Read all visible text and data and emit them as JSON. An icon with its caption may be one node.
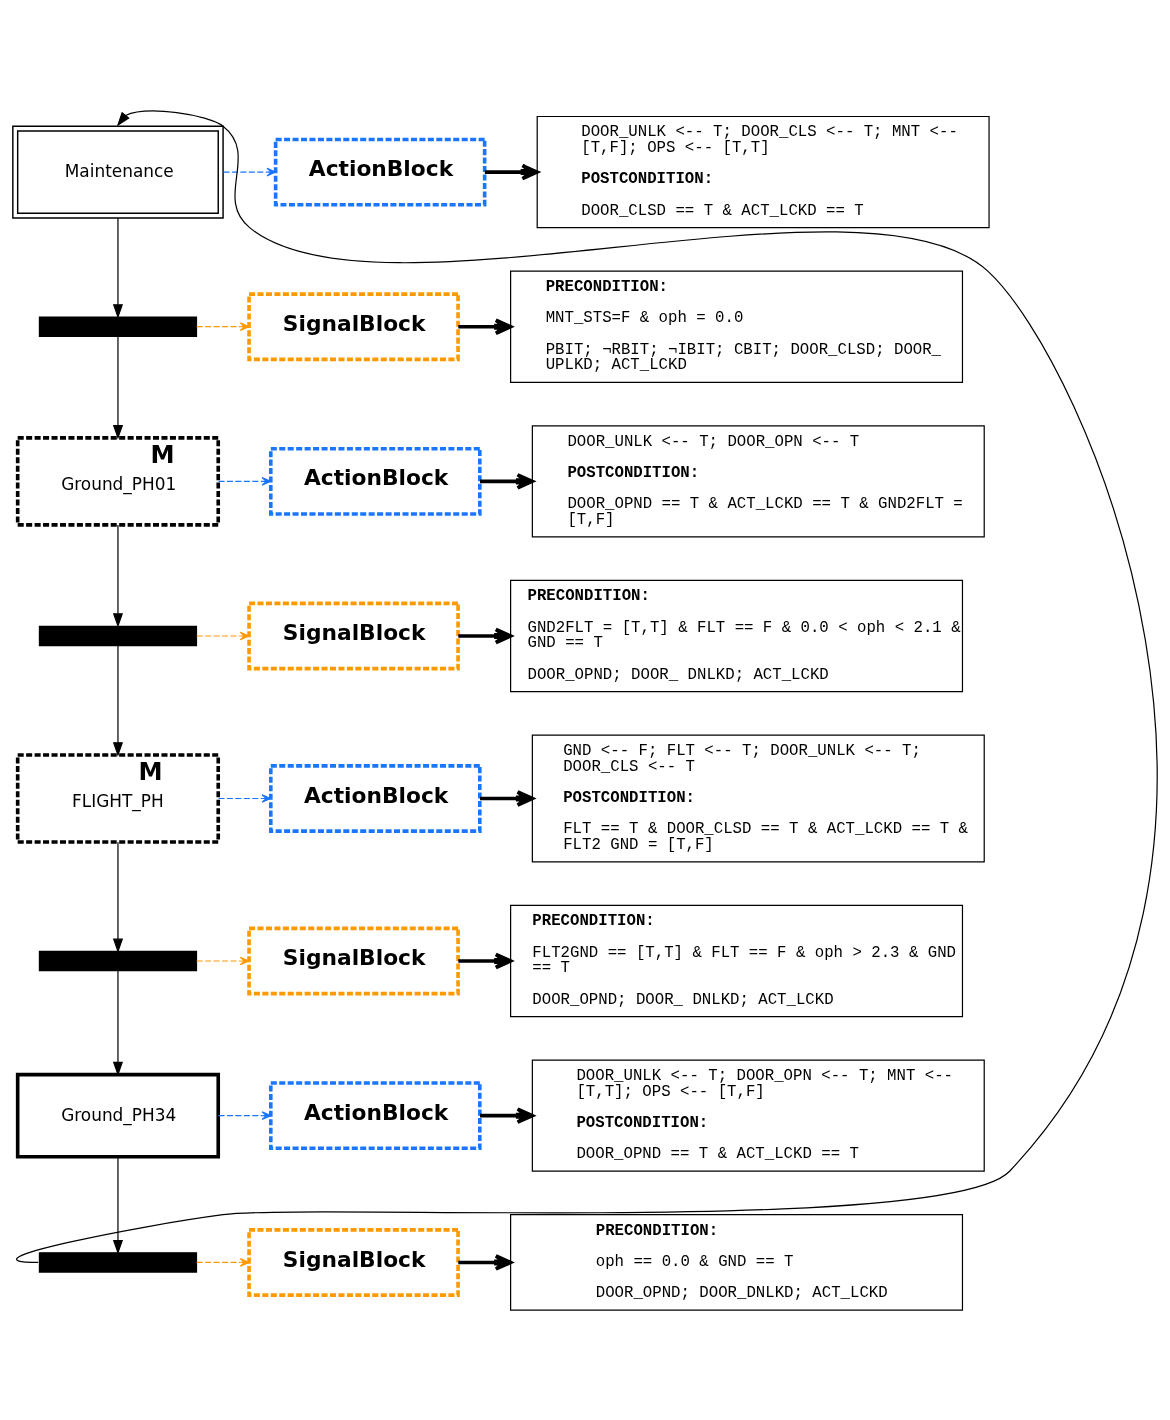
{
  "diagram": {
    "nodes": [
      {
        "text": [
          "Maintenance"
        ]
      },
      {
        "text": [
          "ActionBlock"
        ]
      },
      {
        "text": [
          "DOOR_UNLK <-- T; DOOR_CLS <-- T; MNT <-- [T,F]; OPS <-- [T,T]",
          "POSTCONDITION:",
          "DOOR_CLSD == T & ACT_LCKD == T"
        ]
      },
      {
        "text": [],
        "shape": "bar"
      },
      {
        "text": [
          "SignalBlock"
        ]
      },
      {
        "text": [
          "PRECONDITION:",
          "MNT_STS=F & oph = 0.0",
          "PBIT; ¬RBIT; ¬IBIT; CBIT; DOOR_CLSD; DOOR_ UPLKD; ACT_LCKD"
        ]
      },
      {
        "text": [
          "M",
          "Ground_PH01"
        ]
      },
      {
        "text": [
          "ActionBlock"
        ]
      },
      {
        "text": [
          "DOOR_UNLK <-- T; DOOR_OPN <-- T",
          "POSTCONDITION:",
          "DOOR_OPND == T & ACT_LCKD == T & GND2FLT = [T,F]"
        ]
      },
      {
        "text": [],
        "shape": "bar"
      },
      {
        "text": [
          "SignalBlock"
        ]
      },
      {
        "text": [
          "PRECONDITION:",
          "GND2FLT = [T,T] & FLT == F & 0.0 < oph < 2.1 & GND == T",
          "DOOR_OPND; DOOR_ DNLKD; ACT_LCKD"
        ]
      },
      {
        "text": [
          "M",
          "FLIGHT_PH"
        ]
      },
      {
        "text": [
          "ActionBlock"
        ]
      },
      {
        "text": [
          "GND <-- F; FLT <-- T; DOOR_UNLK <-- T; DOOR_CLS <-- T",
          "POSTCONDITION:",
          "FLT == T & DOOR_CLSD == T & ACT_LCKD == T & FLT2 GND = [T,F]"
        ]
      },
      {
        "text": [],
        "shape": "bar"
      },
      {
        "text": [
          "SignalBlock"
        ]
      },
      {
        "text": [
          "PRECONDITION:",
          "FLT2GND == [T,T] & FLT == F & oph > 2.3 & GND == T",
          "DOOR_OPND; DOOR_ DNLKD; ACT_LCKD"
        ]
      },
      {
        "text": [
          "Ground_PH34"
        ]
      },
      {
        "text": [
          "ActionBlock"
        ]
      },
      {
        "text": [
          "DOOR_UNLK <-- T; DOOR_OPN <-- T; MNT <-- [T,T]; OPS <-- [T,F]",
          "POSTCONDITION:",
          "DOOR_OPND == T & ACT_LCKD == T"
        ]
      },
      {
        "text": [],
        "shape": "bar"
      },
      {
        "text": [
          "SignalBlock"
        ]
      },
      {
        "text": [
          "PRECONDITION:",
          "oph == 0.0 & GND == T",
          "DOOR_OPND; DOOR_DNLKD; ACT_LCKD"
        ]
      }
    ],
    "edges": [
      {
        "from": 0,
        "to": 3,
        "arrow": "to"
      },
      {
        "from": 3,
        "to": 6,
        "arrow": "to"
      },
      {
        "from": 6,
        "to": 9,
        "arrow": "to"
      },
      {
        "from": 9,
        "to": 12,
        "arrow": "to"
      },
      {
        "from": 12,
        "to": 15,
        "arrow": "to"
      },
      {
        "from": 15,
        "to": 18,
        "arrow": "to"
      },
      {
        "from": 18,
        "to": 21,
        "arrow": "to"
      },
      {
        "from": 21,
        "to": 0,
        "arrow": "to"
      },
      {
        "from": 0,
        "to": 1,
        "arrow": "to",
        "style": "dashed",
        "color": "#1a75ff"
      },
      {
        "from": 3,
        "to": 4,
        "arrow": "to",
        "style": "dashed",
        "color": "#ff9900"
      },
      {
        "from": 6,
        "to": 7,
        "arrow": "to",
        "style": "dashed",
        "color": "#1a75ff"
      },
      {
        "from": 9,
        "to": 10,
        "arrow": "to",
        "style": "dashed",
        "color": "#ff9900"
      },
      {
        "from": 12,
        "to": 13,
        "arrow": "to",
        "style": "dashed",
        "color": "#1a75ff"
      },
      {
        "from": 15,
        "to": 16,
        "arrow": "to",
        "style": "dashed",
        "color": "#ff9900"
      },
      {
        "from": 18,
        "to": 19,
        "arrow": "to",
        "style": "dashed",
        "color": "#1a75ff"
      },
      {
        "from": 21,
        "to": 22,
        "arrow": "to",
        "style": "dashed",
        "color": "#ff9900"
      },
      {
        "from": 1,
        "to": 2,
        "arrow": "to",
        "style": "thick"
      },
      {
        "from": 4,
        "to": 5,
        "arrow": "to",
        "style": "thick"
      },
      {
        "from": 7,
        "to": 8,
        "arrow": "to",
        "style": "thick"
      },
      {
        "from": 10,
        "to": 11,
        "arrow": "to",
        "style": "thick"
      },
      {
        "from": 13,
        "to": 14,
        "arrow": "to",
        "style": "thick"
      },
      {
        "from": 16,
        "to": 17,
        "arrow": "to",
        "style": "thick"
      },
      {
        "from": 19,
        "to": 20,
        "arrow": "to",
        "style": "thick"
      },
      {
        "from": 22,
        "to": 23,
        "arrow": "to",
        "style": "thick"
      }
    ]
  }
}
